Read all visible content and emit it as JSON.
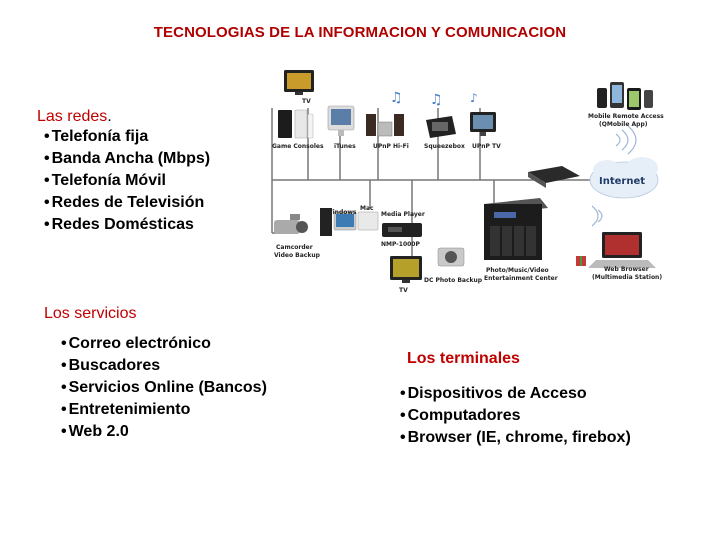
{
  "title": "TECNOLOGIAS DE LA INFORMACION Y COMUNICACION",
  "redes": {
    "heading": "Las redes",
    "heading_suffix": ".",
    "items": [
      "Telefonía fija",
      "Banda Ancha (Mbps)",
      "Telefonía Móvil",
      "Redes de Televisión",
      "Redes Domésticas"
    ]
  },
  "servicios": {
    "heading": "Los servicios",
    "items": [
      "Correo electrónico",
      "Buscadores",
      "Servicios Online (Bancos)",
      "Entretenimiento",
      "Web 2.0"
    ]
  },
  "terminales": {
    "heading": "Los terminales",
    "items": [
      "Dispositivos de Acceso",
      "Computadores",
      "Browser (IE, chrome, firebox)"
    ]
  },
  "diagram": {
    "labels": {
      "tv_top": "TV",
      "game_consoles": "Game Consoles",
      "itunes": "iTunes",
      "upnp_hifi": "UPnP Hi-Fi",
      "squeezebox": "Squeezebox",
      "upnp_tv": "UPnP TV",
      "mobile_access_1": "Mobile Remote Access",
      "mobile_access_2": "(QMobile App)",
      "internet": "Internet",
      "windows": "Windows",
      "mac": "Mac",
      "media_player": "Media Player",
      "nmp": "NMP-1000P",
      "camcorder_1": "Camcorder",
      "camcorder_2": "Video Backup",
      "dc_photo": "DC Photo Backup",
      "tv_bottom": "TV",
      "photo_center_1": "Photo/Music/Video",
      "photo_center_2": "Entertainment Center",
      "web_browser_1": "Web Browser",
      "web_browser_2": "(Multimedia Station)"
    }
  }
}
